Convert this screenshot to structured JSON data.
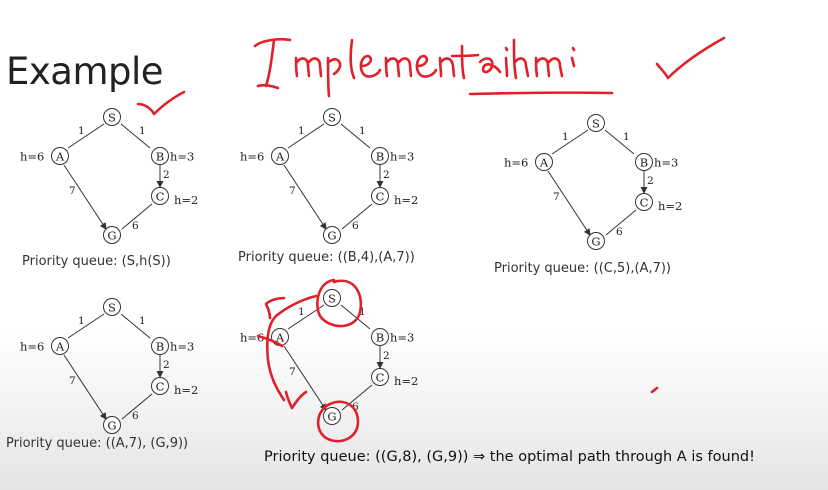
{
  "slide": {
    "title": "Example",
    "final_line": "Priority queue: ((G,8), (G,9)) ⇒ the optimal path through A is found!"
  },
  "graphs": [
    {
      "queue": "Priority queue:  (S,h(S))"
    },
    {
      "queue": "Priority queue:  ((B,4),(A,7))"
    },
    {
      "queue": "Priority queue:  ((C,5),(A,7))"
    },
    {
      "queue": "Priority queue:  ((A,7), (G,9))"
    },
    {
      "queue": ""
    }
  ],
  "graph_labels": {
    "node_s": "S",
    "node_a": "A",
    "node_b": "B",
    "node_c": "C",
    "node_g": "G",
    "h_a": "h=6",
    "h_b": "h=3",
    "h_c": "h=2",
    "w_sa": "1",
    "w_sb": "1",
    "w_bc": "2",
    "w_ag": "7",
    "w_cg": "6"
  },
  "annotations": {
    "handwritten": "Implementation",
    "ink_color": "#e0202a"
  }
}
